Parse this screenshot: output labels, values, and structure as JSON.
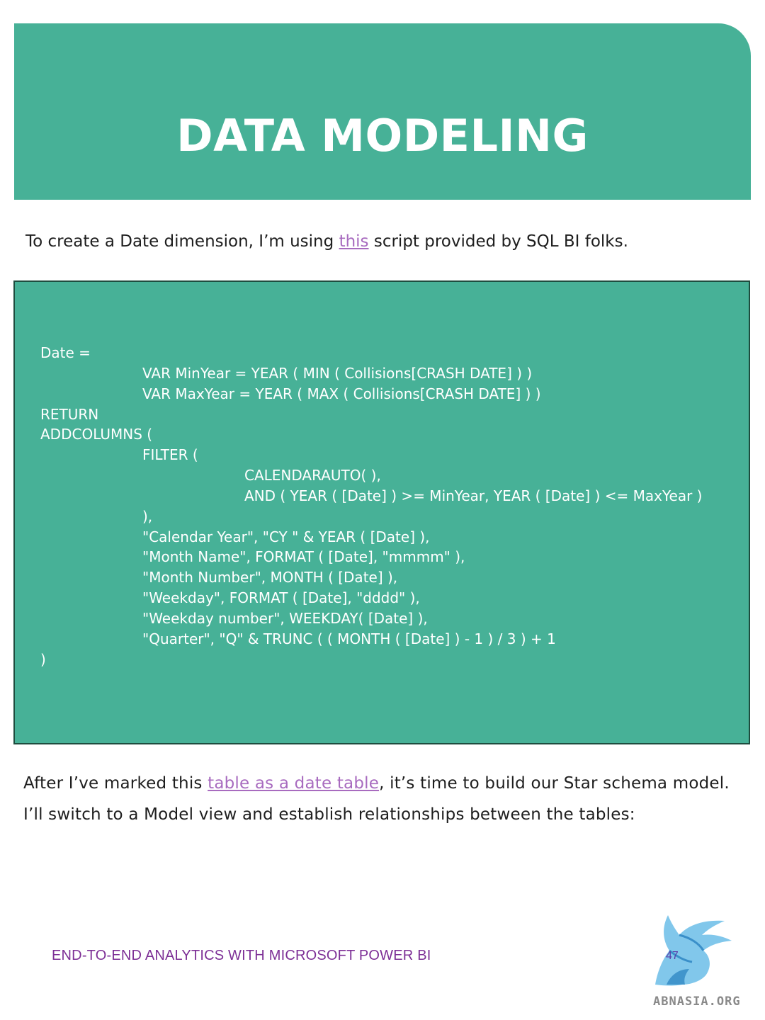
{
  "header": {
    "title": "DATA MODELING"
  },
  "intro": {
    "before": "To create a Date dimension, I’m using ",
    "link": "this",
    "after": " script provided by SQL BI folks."
  },
  "code": {
    "lines": [
      "Date =",
      "VAR MinYear = YEAR ( MIN ( Collisions[CRASH DATE] ) )",
      "VAR MaxYear = YEAR ( MAX ( Collisions[CRASH DATE] ) )",
      "RETURN",
      "ADDCOLUMNS (",
      "FILTER (",
      "CALENDARAUTO( ),",
      "AND ( YEAR ( [Date] ) >= MinYear, YEAR ( [Date] ) <= MaxYear )",
      "),",
      "\"Calendar Year\", \"CY \" & YEAR ( [Date] ),",
      "\"Month Name\", FORMAT ( [Date], \"mmmm\" ),",
      "\"Month Number\", MONTH ( [Date] ),",
      "\"Weekday\", FORMAT ( [Date], \"dddd\" ),",
      "\"Weekday number\", WEEKDAY( [Date] ),",
      "\"Quarter\", \"Q\" & TRUNC ( ( MONTH ( [Date] ) - 1 ) / 3 ) + 1",
      ")"
    ]
  },
  "after": {
    "line1_before": "After I’ve marked this ",
    "line1_link": "table as a date table",
    "line1_after": ", it’s time to build our Star schema model.",
    "line2": "I’ll switch to a Model view and establish relationships between the tables:"
  },
  "footer": {
    "title": "END-TO-END ANALYTICS WITH MICROSOFT POWER BI",
    "page_number": "47",
    "logo_text": "ABNASIA.ORG"
  },
  "colors": {
    "accent": "#47b197",
    "link": "#a86bbf",
    "footer": "#7d2f96"
  }
}
